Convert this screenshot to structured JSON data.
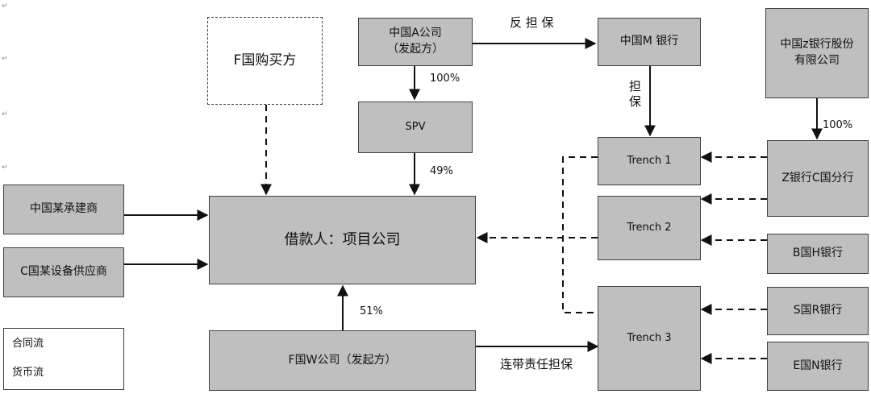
{
  "boxes": {
    "f_buyer": "F国购买方",
    "a_company": "中国A公司\n（发起方）",
    "m_bank": "中国M 银行",
    "z_bank_hq": "中国z银行股份\n有限公司",
    "spv": "SPV",
    "trench1": "Trench 1",
    "trench2": "Trench 2",
    "trench3": "Trench 3",
    "z_bank_branch": "Z银行C国分行",
    "contractor": "中国某承建商",
    "supplier": "C国某设备供应商",
    "borrower": "借款人：项目公司",
    "w_company": "F国W公司（发起方）",
    "b_bank": "B国H银行",
    "s_bank": "S国R银行",
    "e_bank": "E国N银行"
  },
  "labels": {
    "counter_guarantee": "反 担 保",
    "guarantee": "担保",
    "pct_a_spv": "100%",
    "pct_spv_borrower": "49%",
    "pct_z": "100%",
    "pct_w": "51%",
    "joint_guarantee": "连带责任担保"
  },
  "legend": {
    "contract_flow": "合同流",
    "money_flow": "货币流"
  },
  "margin_mark": "↵"
}
